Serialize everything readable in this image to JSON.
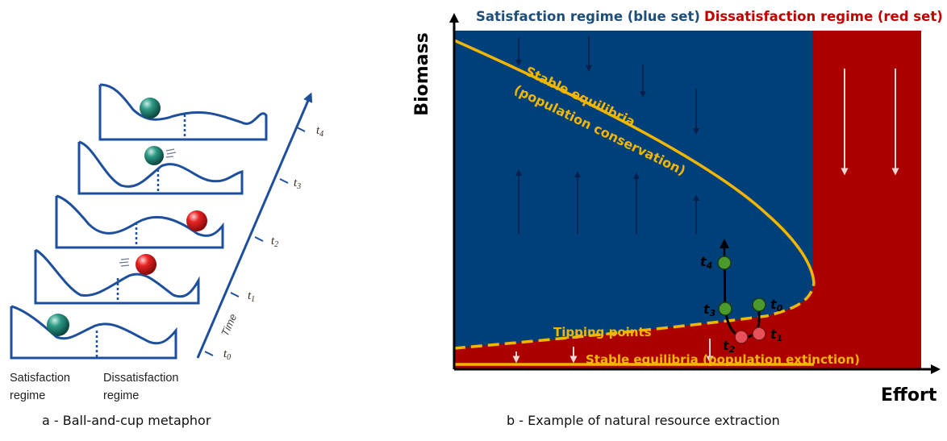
{
  "panel_a": {
    "time_label": "Time",
    "ticks": [
      "t0",
      "t1",
      "t2",
      "t3",
      "t4"
    ],
    "satisfaction_regime": "Satisfaction\nregime",
    "dissatisfaction_regime": "Dissatisfaction\nregime",
    "caption": "a - Ball-and-cup metaphor",
    "colors": {
      "cup": "#1d4f9c",
      "ball_green": "#0f6b5e",
      "ball_red": "#d61e1e"
    }
  },
  "panel_b": {
    "caption": "b - Example of natural resource extraction",
    "satisfaction_title": "Satisfaction regime (blue set)",
    "dissatisfaction_title": "Dissatisfaction regime (red set)",
    "y_axis_label": "Biomass",
    "x_axis_label": "Effort",
    "stable_equilibria_line1": "Stable equilibria",
    "stable_equilibria_line2": "(population conservation)",
    "tipping_points": "Tipping points",
    "extinction": "Stable equilibria (population extinction)",
    "trajectory_labels": [
      {
        "base": "t",
        "sub": "0"
      },
      {
        "base": "t",
        "sub": "1"
      },
      {
        "base": "t",
        "sub": "2"
      },
      {
        "base": "t",
        "sub": "3"
      },
      {
        "base": "t",
        "sub": "4"
      }
    ],
    "colors": {
      "blue_set": "#00407a",
      "red_set": "#ac0000",
      "curve": "#f2b600",
      "title_blue": "#1f4e79",
      "title_red": "#c00000",
      "point_green": "#4a9a2e",
      "point_red": "#e8505a"
    }
  }
}
